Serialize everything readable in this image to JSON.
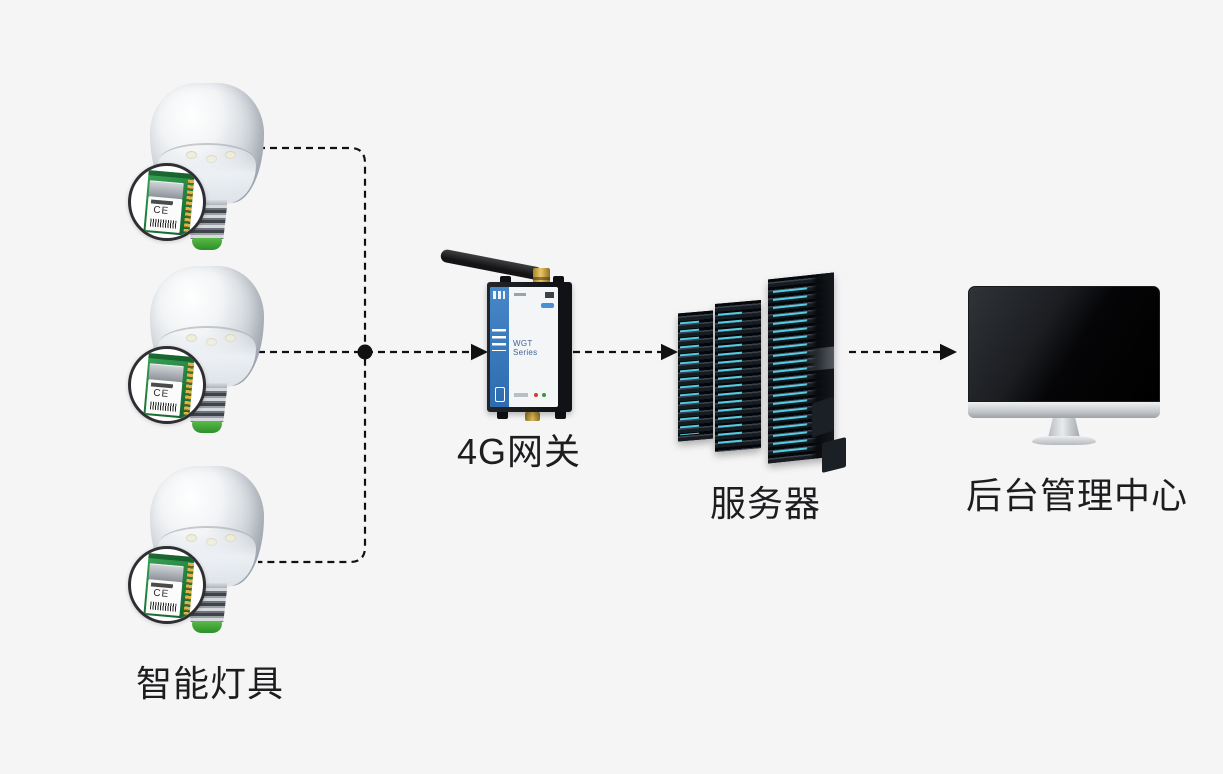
{
  "diagram": {
    "background_color": "#f5f5f6",
    "line_color": "#111111",
    "text_color": "#1d1d1f",
    "nodes": [
      {
        "id": "smart-lamps",
        "label": "智能灯具",
        "count": 3
      },
      {
        "id": "gateway-4g",
        "label": "4G网关",
        "device_text": "WGT Series"
      },
      {
        "id": "server",
        "label": "服务器"
      },
      {
        "id": "backend-center",
        "label": "后台管理中心"
      }
    ],
    "edges": [
      {
        "from": "smart-lamps",
        "to": "gateway-4g",
        "style": "dashed",
        "arrow": true
      },
      {
        "from": "gateway-4g",
        "to": "server",
        "style": "dashed",
        "arrow": true
      },
      {
        "from": "server",
        "to": "backend-center",
        "style": "dashed",
        "arrow": true
      }
    ],
    "module": {
      "ce_mark": "CE"
    },
    "colors": {
      "pcb_green": "#2f9147",
      "gateway_blue": "#3577c0",
      "server_light_cyan": "#49d6e8",
      "antenna_black": "#1c1c1c",
      "brass": "#c9a44a",
      "bulb_tip_green": "#3aa832"
    }
  }
}
